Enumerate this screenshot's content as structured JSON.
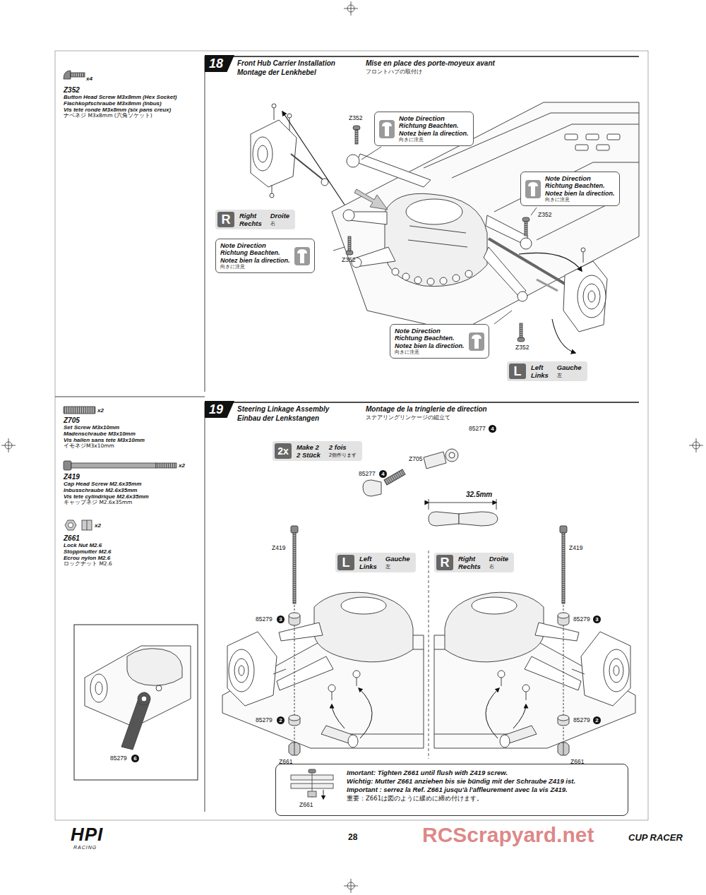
{
  "diagram": {
    "nodes": [
      {
        "text": [
          "18"
        ]
      },
      {
        "text": [
          "Note Direction",
          "Richtung Beachten.",
          "Notez bien la direction.",
          "向きに注意"
        ]
      },
      {
        "text": [
          "Note Direction",
          "Richtung Beachten.",
          "Notez bien la direction.",
          "向きに注意"
        ]
      },
      {
        "text": [
          "R",
          "Right",
          "Droite",
          "Rechts",
          "右"
        ]
      },
      {
        "text": [
          "Note Direction",
          "Richtung Beachten.",
          "Notez bien la direction.",
          "向きに注意"
        ]
      },
      {
        "text": [
          "Note Direction",
          "Richtung Beachten.",
          "Notez bien la direction.",
          "向きに注意"
        ]
      },
      {
        "text": [
          "L",
          "Left",
          "Gauche",
          "Links",
          "左"
        ]
      },
      {
        "text": [
          "19"
        ]
      },
      {
        "text": [
          "2x",
          "Make 2",
          "2 fois",
          "2 Stück",
          "2個作ります"
        ]
      },
      {
        "text": [
          "L",
          "Left",
          "Gauche",
          "Links",
          "左"
        ]
      },
      {
        "text": [
          "R",
          "Right",
          "Droite",
          "Rechts",
          "右"
        ]
      },
      {
        "text": [
          "Imortant: Tighten Z661 until flush with Z419 screw.",
          "Wichtig: Mutter Z661 anziehen bis sie bündig mit der Schraube Z419 ist.",
          "Important : serrez la Ref. Z661 jusqu'à l'affleurement avec la vis Z419.",
          "重要：Z661は図のように緩めに締め付けます。"
        ]
      }
    ],
    "labels": [
      "x4",
      "Z352",
      "Button Head Screw M3x8mm (Hex Socket)",
      "Flachkopfschraube M3x8mm (Inbus)",
      "Vis tete ronde M3x8mm (six pans creux)",
      "ナベネジ M3x8mm (六角ソケット)",
      "Front Hub Carrier Installation",
      "Montage der Lenkhebel",
      "Mise en place des porte-moyeux avant",
      "フロントハブの取付け",
      "Z352",
      "Z352",
      "Z352",
      "Z352",
      "x2",
      "Z705",
      "Set Screw M3x10mm",
      "Madenschraube M3x10mm",
      "Vis hallen sans tete M3x10mm",
      "イモネジM3x10mm",
      "x2",
      "Z419",
      "Cap Head Screw M2.6x35mm",
      "Inbusschraube M2.6x35mm",
      "Vis tete cylindrique M2.6x35mm",
      "キャップネジ M2.6x35mm",
      "x2",
      "Z661",
      "Lock Nut M2.6",
      "Stoppmutter M2.6",
      "Ecrou nylon M2.6",
      "ロックナット M2.6",
      "85279",
      "6",
      "Steering Linkage Assembly",
      "Einbau der Lenkstangen",
      "Montage de la tringlerie de direction",
      "ステアリングリンケージの組立て",
      "85277",
      "4",
      "Z705",
      "85277",
      "4",
      "32.5mm",
      "Z419",
      "85279",
      "3",
      "85279",
      "2",
      "Z661",
      "Z419",
      "85279",
      "3",
      "85279",
      "2",
      "Z661",
      "Z661",
      "HPI",
      "RACING",
      "28",
      "CUP RACER",
      "RCScrapyard.net"
    ]
  }
}
